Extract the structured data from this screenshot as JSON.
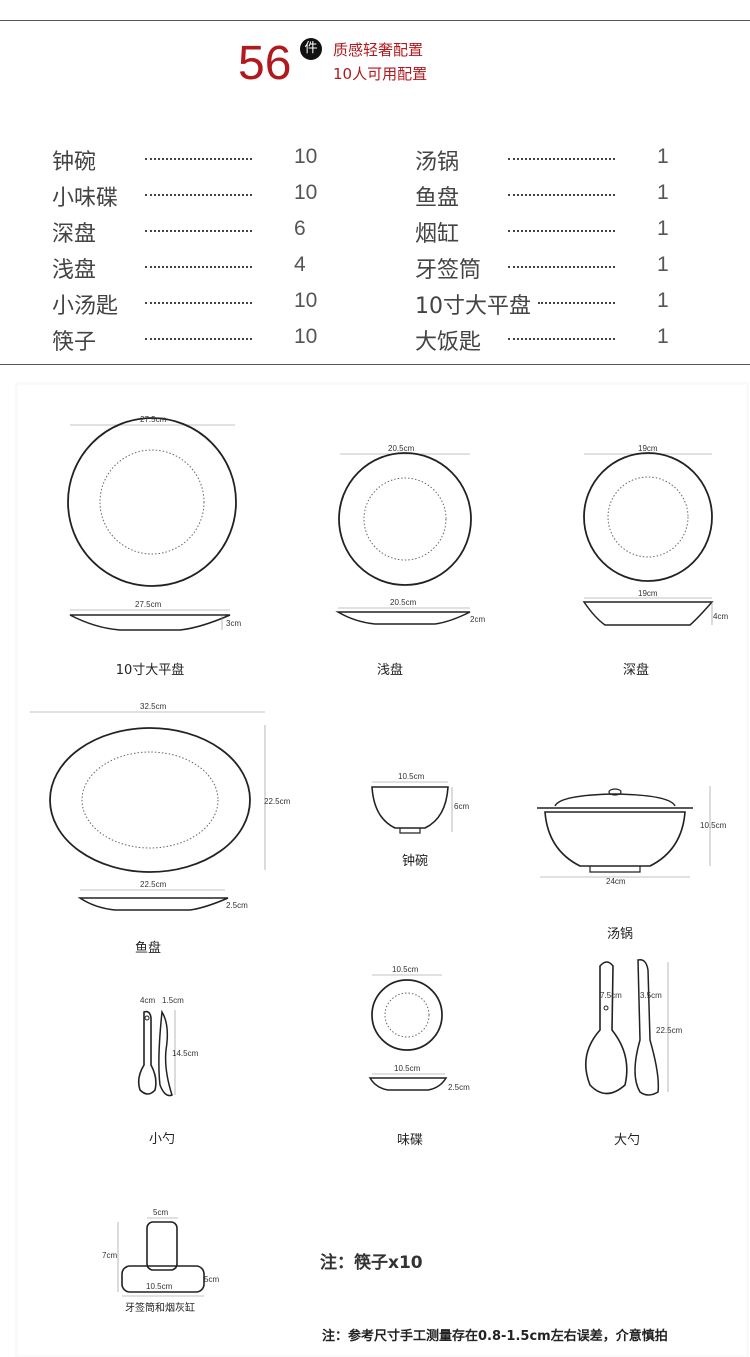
{
  "header": {
    "count": "56",
    "count_unit": "件",
    "line1": "质感轻奢配置",
    "line2": "10人可用配置"
  },
  "list": {
    "left": [
      {
        "name": "钟碗",
        "qty": "10"
      },
      {
        "name": "小味碟",
        "qty": "10"
      },
      {
        "name": "深盘",
        "qty": "6"
      },
      {
        "name": "浅盘",
        "qty": "4"
      },
      {
        "name": "小汤匙",
        "qty": "10"
      },
      {
        "name": "筷子",
        "qty": "10"
      }
    ],
    "right": [
      {
        "name": "汤锅",
        "qty": "1"
      },
      {
        "name": "鱼盘",
        "qty": "1"
      },
      {
        "name": "烟缸",
        "qty": "1"
      },
      {
        "name": "牙签筒",
        "qty": "1"
      },
      {
        "name": "10寸大平盘",
        "qty": "1"
      },
      {
        "name": "大饭匙",
        "qty": "1"
      }
    ]
  },
  "items": {
    "big_plate": {
      "label": "10寸大平盘",
      "top_dim": "27.5cm",
      "side_dim": "27.5cm",
      "height_dim": "3cm"
    },
    "shallow_plate": {
      "label": "浅盘",
      "top_dim": "20.5cm",
      "side_dim": "20.5cm",
      "height_dim": "2cm"
    },
    "deep_plate": {
      "label": "深盘",
      "top_dim": "19cm",
      "side_dim": "19cm",
      "height_dim": "4cm"
    },
    "fish_plate": {
      "label": "鱼盘",
      "width_dim": "32.5cm",
      "height_dim": "22.5cm",
      "side_dim": "22.5cm",
      "depth_dim": "2.5cm"
    },
    "bowl": {
      "label": "钟碗",
      "width_dim": "10.5cm",
      "height_dim": "6cm"
    },
    "soup_pot": {
      "label": "汤锅",
      "width_dim": "24cm",
      "height_dim": "10.5cm"
    },
    "small_spoon": {
      "label": "小勺",
      "w1": "4cm",
      "w2": "1.5cm",
      "length": "14.5cm"
    },
    "sauce_dish": {
      "label": "味碟",
      "top_dim": "10.5cm",
      "side_dim": "10.5cm",
      "height_dim": "2.5cm"
    },
    "big_spoon": {
      "label": "大勺",
      "w1": "7.5cm",
      "w2": "3.5cm",
      "length": "22.5cm"
    },
    "toothpick": {
      "label": "牙签筒和烟灰缸",
      "top_dim": "5cm",
      "height_dim": "7cm",
      "base_w": "10.5cm",
      "base_h": "5cm"
    }
  },
  "notes": {
    "chopsticks": "注：筷子x10",
    "disclaimer": "注：参考尺寸手工测量存在0.8-1.5cm左右误差，介意慎拍"
  }
}
